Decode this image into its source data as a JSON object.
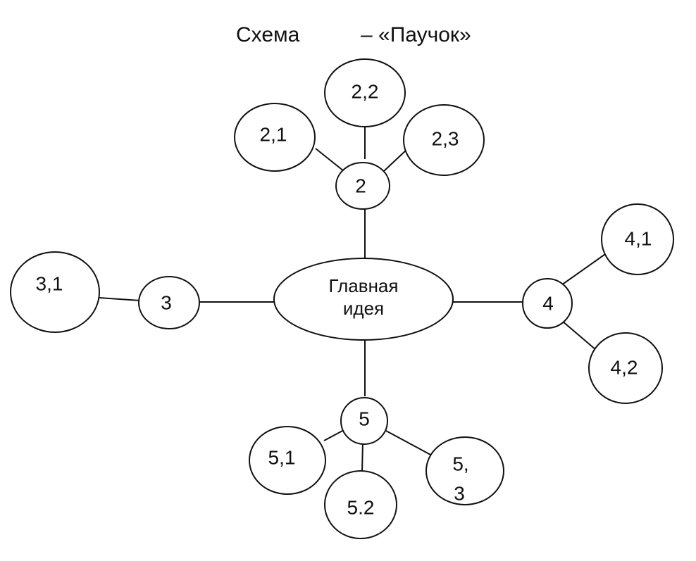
{
  "title": {
    "left": "Схема",
    "right": "– «Паучок»"
  },
  "nodes": {
    "center": {
      "line1": "Главная",
      "line2": "идея"
    },
    "n2": "2",
    "n2_1": "2,1",
    "n2_2": "2,2",
    "n2_3": "2,3",
    "n3": "3",
    "n3_1": "3,1",
    "n4": "4",
    "n4_1": "4,1",
    "n4_2": "4,2",
    "n5": "5",
    "n5_1": "5,1",
    "n5_2": "5.2",
    "n5_3": {
      "line1": "5,",
      "line2": "3"
    }
  }
}
